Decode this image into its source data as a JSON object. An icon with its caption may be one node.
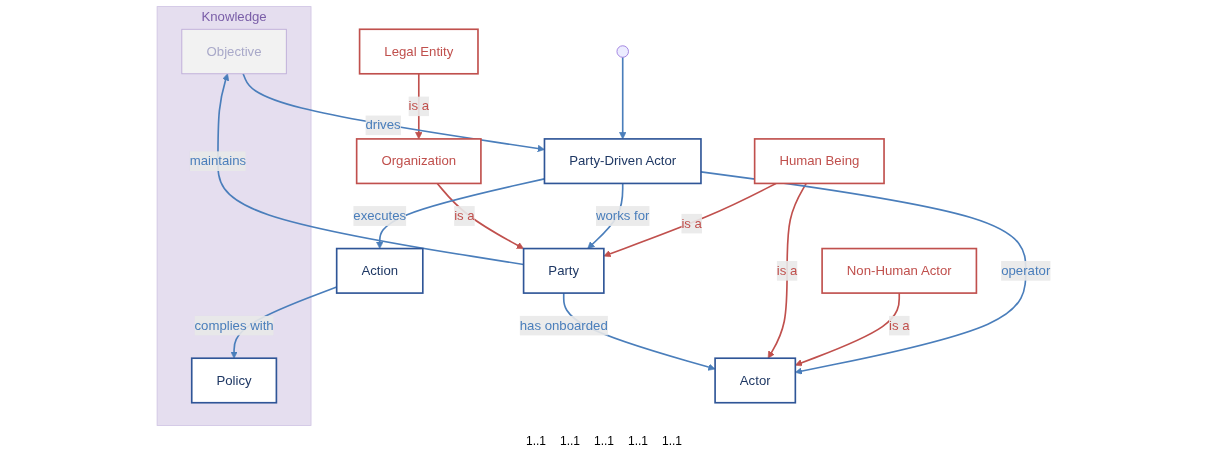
{
  "diagram": {
    "nodes": [
      {
        "text": [
          "Knowledge"
        ]
      },
      {
        "text": [
          "Objective"
        ],
        "in": 0
      },
      {
        "text": [
          "Policy"
        ],
        "in": 0
      },
      {
        "text": [
          "Legal Entity"
        ]
      },
      {
        "text": [
          "Organization"
        ]
      },
      {
        "text": [
          "Party"
        ]
      },
      {
        "text": [
          "Human Being"
        ]
      },
      {
        "text": [
          "Party-Driven Actor"
        ]
      },
      {
        "text": [
          "Action"
        ]
      },
      {
        "text": [
          "Non-Human Actor"
        ]
      },
      {
        "text": [
          "Actor"
        ]
      }
    ],
    "edges": [
      {
        "from": 3,
        "to": 4,
        "arrow": "to",
        "label": "is a",
        "color": "#c0504d"
      },
      {
        "from": 4,
        "to": 5,
        "arrow": "to",
        "label": "is a",
        "color": "#c0504d"
      },
      {
        "from": 5,
        "to": 1,
        "arrow": "to",
        "label": "maintains"
      },
      {
        "from": 7,
        "to": 5,
        "arrow": "to",
        "label": "works for"
      },
      {
        "from": 6,
        "to": 5,
        "arrow": "to",
        "label": "is a",
        "color": "#c0504d"
      },
      {
        "from": 5,
        "to": 10,
        "arrow": "to",
        "label": "has onboarded"
      },
      {
        "from": null,
        "to": 7,
        "arrow": "to"
      },
      {
        "from": 1,
        "to": 7,
        "arrow": "to",
        "label": "drives"
      },
      {
        "from": 7,
        "to": 8,
        "arrow": "to",
        "label": "executes"
      },
      {
        "from": 8,
        "to": 2,
        "arrow": "to",
        "label": "complies with"
      },
      {
        "from": 6,
        "to": 10,
        "arrow": "to",
        "label": "is a",
        "color": "#c0504d"
      },
      {
        "from": 9,
        "to": 10,
        "arrow": "to",
        "label": "is a",
        "color": "#c0504d"
      },
      {
        "from": 7,
        "to": 10,
        "arrow": "to",
        "label": "operator"
      }
    ],
    "labels": [
      "1..1",
      "1..1",
      "1..1",
      "1..1",
      "1..1"
    ]
  }
}
